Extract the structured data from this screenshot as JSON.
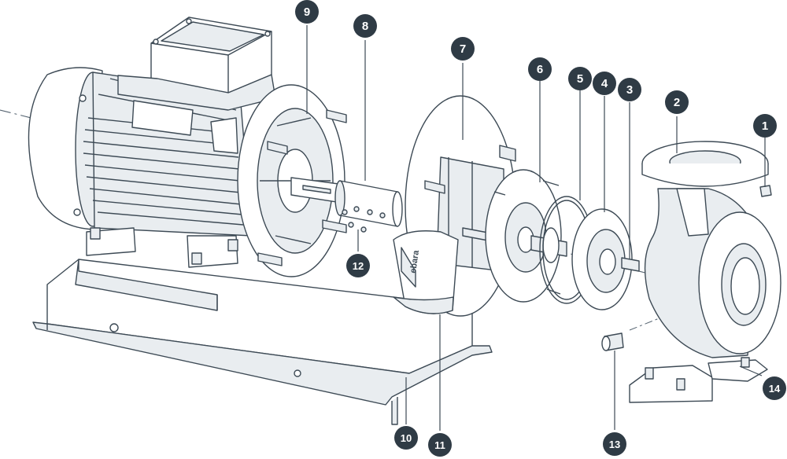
{
  "colors": {
    "line": "#3d4a55",
    "fill_light": "#ffffff",
    "fill_mid": "#e9edf0",
    "fill_shade": "#cfd6dc",
    "badge": "#2f3b45",
    "badge_text": "#ffffff",
    "axis": "#556370"
  },
  "callouts": [
    {
      "id": "1",
      "label": "1"
    },
    {
      "id": "2",
      "label": "2"
    },
    {
      "id": "3",
      "label": "3"
    },
    {
      "id": "4",
      "label": "4"
    },
    {
      "id": "5",
      "label": "5"
    },
    {
      "id": "6",
      "label": "6"
    },
    {
      "id": "7",
      "label": "7"
    },
    {
      "id": "8",
      "label": "8"
    },
    {
      "id": "9",
      "label": "9"
    },
    {
      "id": "10",
      "label": "10"
    },
    {
      "id": "11",
      "label": "11"
    },
    {
      "id": "12",
      "label": "12"
    },
    {
      "id": "13",
      "label": "13"
    },
    {
      "id": "14",
      "label": "14"
    }
  ],
  "coupling_guard_text": "ebara"
}
